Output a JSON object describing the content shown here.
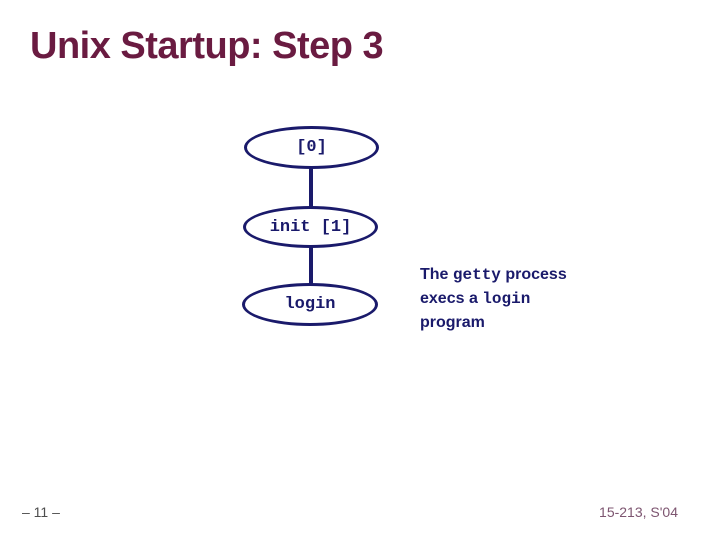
{
  "slide": {
    "title": "Unix Startup: Step 3",
    "background": "#ffffff"
  },
  "colors": {
    "title_maroon": "#6a1b41",
    "diagram_navy": "#1a1a6b",
    "footer_gray": "#4d4d4d",
    "footer_maroon": "#7d5570"
  },
  "diagram": {
    "nodes": [
      {
        "label": "[0]"
      },
      {
        "label": "init [1]"
      },
      {
        "label": "login"
      }
    ],
    "annotation": {
      "line1_sans": "The ",
      "line1_mono": "getty",
      "line1_sans2": " process",
      "line2_sans": "execs a ",
      "line2_mono": "login",
      "line3_sans": "program",
      "full_text": "The getty process execs a login program"
    }
  },
  "footer": {
    "page_number": "– 11 –",
    "course": "15-213, S'04"
  }
}
